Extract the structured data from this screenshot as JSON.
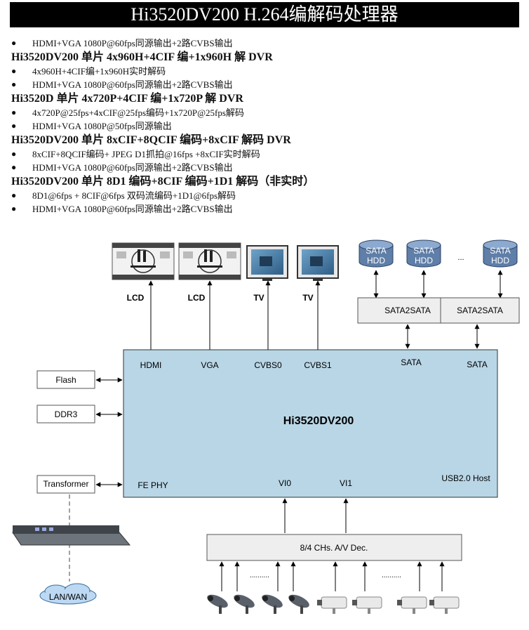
{
  "title": "Hi3520DV200 H.264编解码处理器",
  "bullet_symbol": "●",
  "intro_bullets": [
    "HDMI+VGA 1080P@60fps同源输出+2路CVBS输出"
  ],
  "sections": [
    {
      "heading": "Hi3520DV200 单片 4x960H+4CIF 编+1x960H 解 DVR",
      "bullets": [
        "4x960H+4CIF编+1x960H实时解码",
        "HDMI+VGA 1080P@60fps同源输出+2路CVBS输出"
      ]
    },
    {
      "heading": "Hi3520D 单片 4x720P+4CIF 编+1x720P 解 DVR",
      "bullets": [
        "4x720P@25fps+4xCIF@25fps编码+1x720P@25fps解码",
        "HDMI+VGA 1080P@50fps同源输出"
      ]
    },
    {
      "heading": "Hi3520DV200 单片 8xCIF+8QCIF 编码+8xCIF 解码 DVR",
      "bullets": [
        "8xCIF+8QCIF编码+ JPEG D1抓拍@16fps +8xCIF实时解码",
        "HDMI+VGA 1080P@60fps同源输出+2路CVBS输出"
      ]
    },
    {
      "heading": "Hi3520DV200 单片 8D1 编码+8CIF 编码+1D1 解码（非实时）",
      "bullets": [
        "8D1@6fps + 8CIF@6fps  双码流编码+1D1@6fps解码",
        "HDMI+VGA 1080P@60fps同源输出+2路CVBS输出"
      ]
    }
  ],
  "diagram": {
    "chip_name": "Hi3520DV200",
    "chip_ports": {
      "hdmi": "HDMI",
      "vga": "VGA",
      "cvbs0": "CVBS0",
      "cvbs1": "CVBS1",
      "sata_a": "SATA",
      "sata_b": "SATA",
      "fe_phy": "FE PHY",
      "vi0": "VI0",
      "vi1": "VI1",
      "usb": "USB2.0 Host"
    },
    "displays": [
      "LCD",
      "LCD",
      "TV",
      "TV"
    ],
    "hdd_label_line1": "SATA",
    "hdd_label_line2": "HDD",
    "hdd_ellipsis": "...",
    "bridges": [
      "SATA2SATA",
      "SATA2SATA"
    ],
    "side_boxes": [
      "Flash",
      "DDR3",
      "Transformer"
    ],
    "decoder": "8/4 CHs. A/V Dec.",
    "network": "LAN/WAN",
    "camera_dots": "..........",
    "colors": {
      "chip_fill": "#b9d6e6",
      "hdd_fill": "#5f7ea8",
      "box_fill": "#eeeeee",
      "title_bg": "#000000"
    }
  }
}
